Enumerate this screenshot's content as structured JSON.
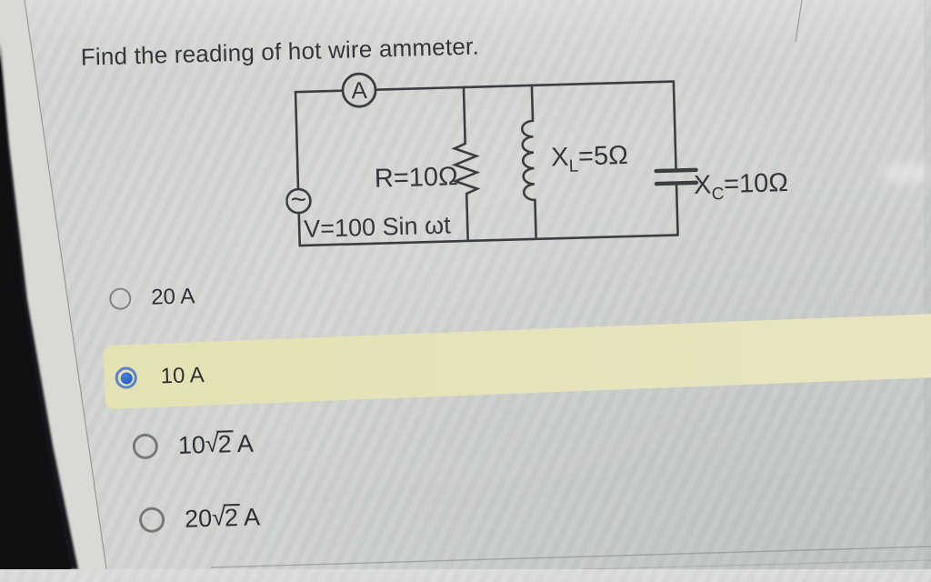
{
  "title": "Find the reading of hot wire ammeter.",
  "circuit": {
    "ammeter_letter": "A",
    "source_symbol": "~",
    "source_label": "V=100 Sin ωt",
    "resistor_label": "R=10Ω",
    "inductor": {
      "base": "X",
      "sub": "L",
      "value": "=5Ω"
    },
    "capacitor": {
      "base": "X",
      "sub": "C",
      "value": "=10Ω"
    }
  },
  "options": [
    {
      "pre": "20 A",
      "sqrt": "",
      "rad": "",
      "post": "",
      "selected": false
    },
    {
      "pre": "10 A",
      "sqrt": "",
      "rad": "",
      "post": "",
      "selected": true
    },
    {
      "pre": "10",
      "sqrt": "√",
      "rad": "2",
      "post": "A",
      "selected": false
    },
    {
      "pre": "20",
      "sqrt": "√",
      "rad": "2",
      "post": "A",
      "selected": false
    }
  ],
  "colors": {
    "background": "#d2d5d1",
    "highlight_band": "#e5e2b8",
    "radio_selected_blue": "#2b63cc",
    "text": "#2f3337",
    "circuit_stroke": "#3b3e41"
  }
}
